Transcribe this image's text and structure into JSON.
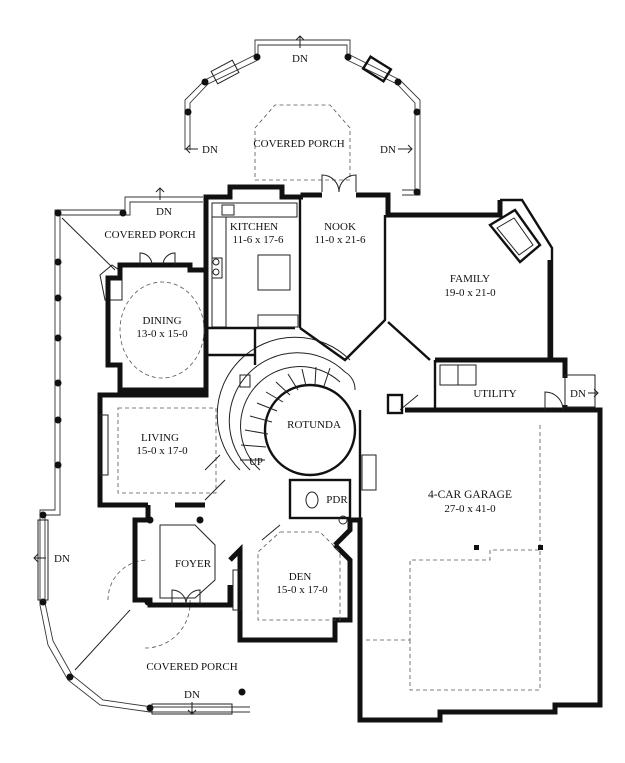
{
  "rooms": {
    "covered_porch_top": "COVERED PORCH",
    "kitchen_name": "KITCHEN",
    "kitchen_size": "11-6 x 17-6",
    "nook_name": "NOOK",
    "nook_size": "11-0 x 21-6",
    "covered_porch_left": "COVERED PORCH",
    "family_name": "FAMILY",
    "family_size": "19-0 x 21-0",
    "dining_name": "DINING",
    "dining_size": "13-0 x 15-0",
    "utility_name": "UTILITY",
    "rotunda_name": "ROTUNDA",
    "living_name": "LIVING",
    "living_size": "15-0 x 17-0",
    "up_label": "UP",
    "pdr_name": "PDR",
    "garage_name": "4-CAR GARAGE",
    "garage_size": "27-0 x 41-0",
    "foyer_name": "FOYER",
    "den_name": "DEN",
    "den_size": "15-0 x 17-0",
    "covered_porch_bottom": "COVERED PORCH"
  },
  "stairs": {
    "dn_top": "DN",
    "dn_porch_left": "DN",
    "dn_porch_right": "DN",
    "dn_left_porch_top": "DN",
    "dn_utility": "DN",
    "dn_west": "DN",
    "dn_bottom": "DN"
  }
}
